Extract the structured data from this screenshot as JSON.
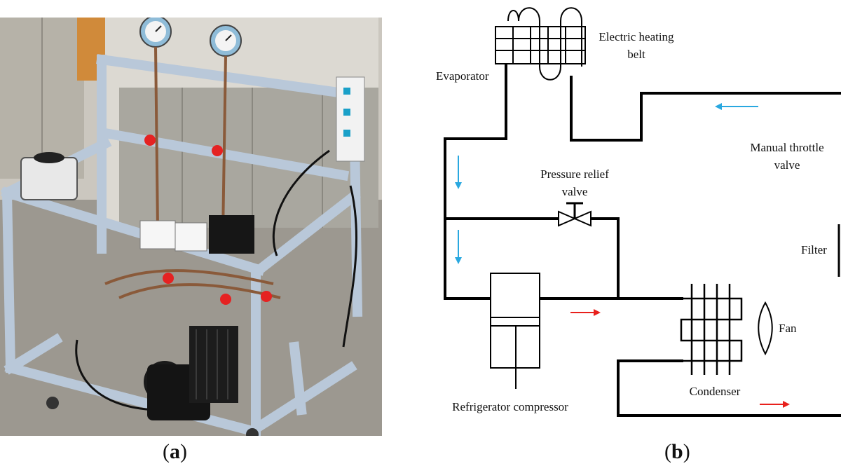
{
  "captions": {
    "a_open": "(",
    "a_letter": "a",
    "a_close": ")",
    "b_open": "(",
    "b_letter": "b",
    "b_close": ")"
  },
  "labels": {
    "electric_heating_belt_1": "Electric heating",
    "electric_heating_belt_2": "belt",
    "evaporator": "Evaporator",
    "manual_throttle_valve_1": "Manual throttle",
    "manual_throttle_valve_2": "valve",
    "pressure_relief_valve_1": "Pressure relief",
    "pressure_relief_valve_2": "valve",
    "filter": "Filter",
    "fan": "Fan",
    "condenser": "Condenser",
    "refrigerator_compressor": "Refrigerator compressor"
  },
  "colors": {
    "flow_blue": "#29a8e0",
    "flow_red": "#e8201c",
    "pipe": "#000000",
    "rig_frame": "#b9c8d9",
    "valve_red": "#e52222"
  },
  "icons": [
    "pressure-gauge-icon",
    "valve-handle-icon",
    "arrow-left-icon",
    "arrow-down-icon",
    "arrow-right-icon",
    "fan-icon",
    "relief-valve-icon"
  ]
}
